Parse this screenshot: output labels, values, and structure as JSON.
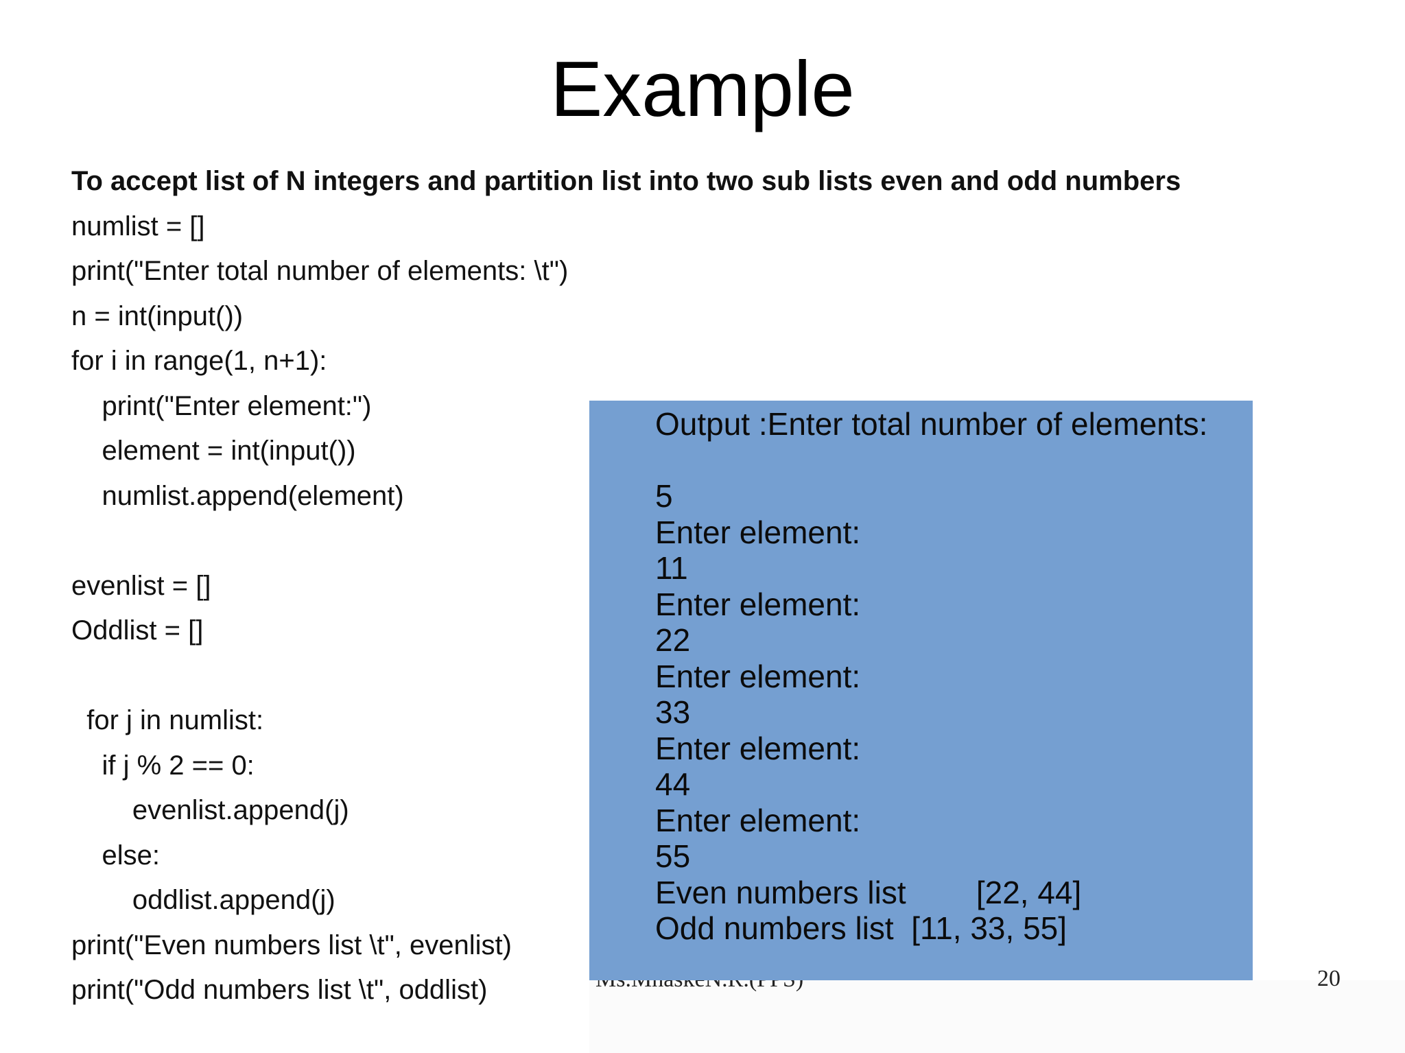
{
  "slide": {
    "title": "Example",
    "subtitle": "To accept list of N integers and partition list into two sub lists even and odd numbers",
    "code_lines": [
      "numlist = []",
      "print(\"Enter total number of elements: \\t\")",
      "n = int(input())",
      "for i in range(1, n+1):",
      "    print(\"Enter element:\")",
      "    element = int(input())",
      "    numlist.append(element)",
      "",
      "evenlist = []",
      "Oddlist = []",
      "",
      "  for j in numlist:",
      "    if j % 2 == 0:",
      "        evenlist.append(j)",
      "    else:",
      "        oddlist.append(j)",
      "print(\"Even numbers list \\t\", evenlist)",
      "print(\"Odd numbers list \\t\", oddlist)"
    ],
    "output_lines": [
      "Output :Enter total number of elements:",
      "",
      "5",
      "Enter element:",
      "11",
      "Enter element:",
      "22",
      "Enter element:",
      "33",
      "Enter element:",
      "44",
      "Enter element:",
      "55",
      "Even numbers list        [22, 44]",
      "Odd numbers list  [11, 33, 55]"
    ],
    "footer": "Ms.MhaskeN.R.(PPS)",
    "page_number": "20"
  },
  "colors": {
    "output_box": "#759fd1"
  }
}
